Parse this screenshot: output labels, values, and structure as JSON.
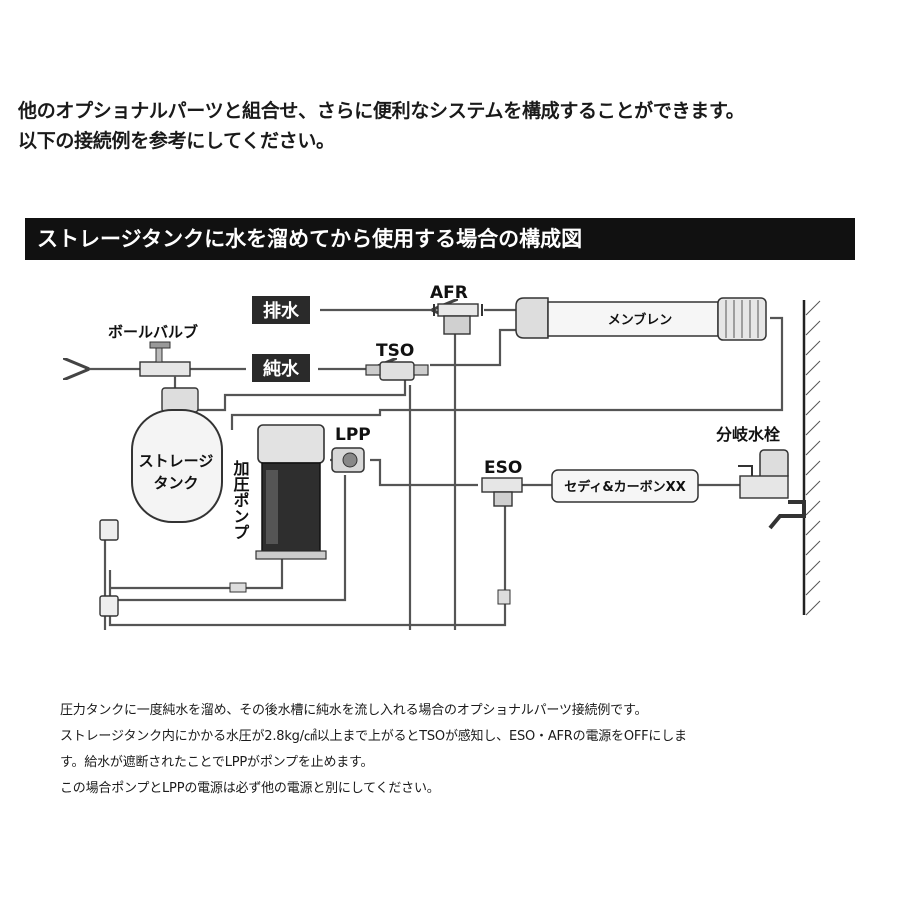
{
  "intro": {
    "line1": "他のオプショナルパーツと組合せ、さらに便利なシステムを構成することができます。",
    "line2": "以下の接続例を参考にしてください。"
  },
  "banner": {
    "title": "ストレージタンクに水を溜めてから使用する場合の構成図"
  },
  "diagram": {
    "labels": {
      "drain": "排水",
      "pure_water": "純水",
      "afr": "AFR",
      "tso": "TSO",
      "ball_valve": "ボールバルブ",
      "membrane": "メンブレン",
      "storage_tank_line1": "ストレージ",
      "storage_tank_line2": "タンク",
      "booster_pump": "加圧ポンプ",
      "lpp": "LPP",
      "eso": "ESO",
      "sediment_carbon": "セディ&カーボンXX",
      "branch_faucet": "分岐水栓"
    }
  },
  "notes": {
    "line1": "圧力タンクに一度純水を溜め、その後水槽に純水を流し入れる場合のオプショナルパーツ接続例です。",
    "line2": "ストレージタンク内にかかる水圧が2.8kg/㎠以上まで上がるとTSOが感知し、ESO・AFRの電源をOFFにしま",
    "line3": "す。給水が遮断されたことでLPPがポンプを止めます。",
    "line4": "この場合ポンプとLPPの電源は必ず他の電源と別にしてください。"
  }
}
